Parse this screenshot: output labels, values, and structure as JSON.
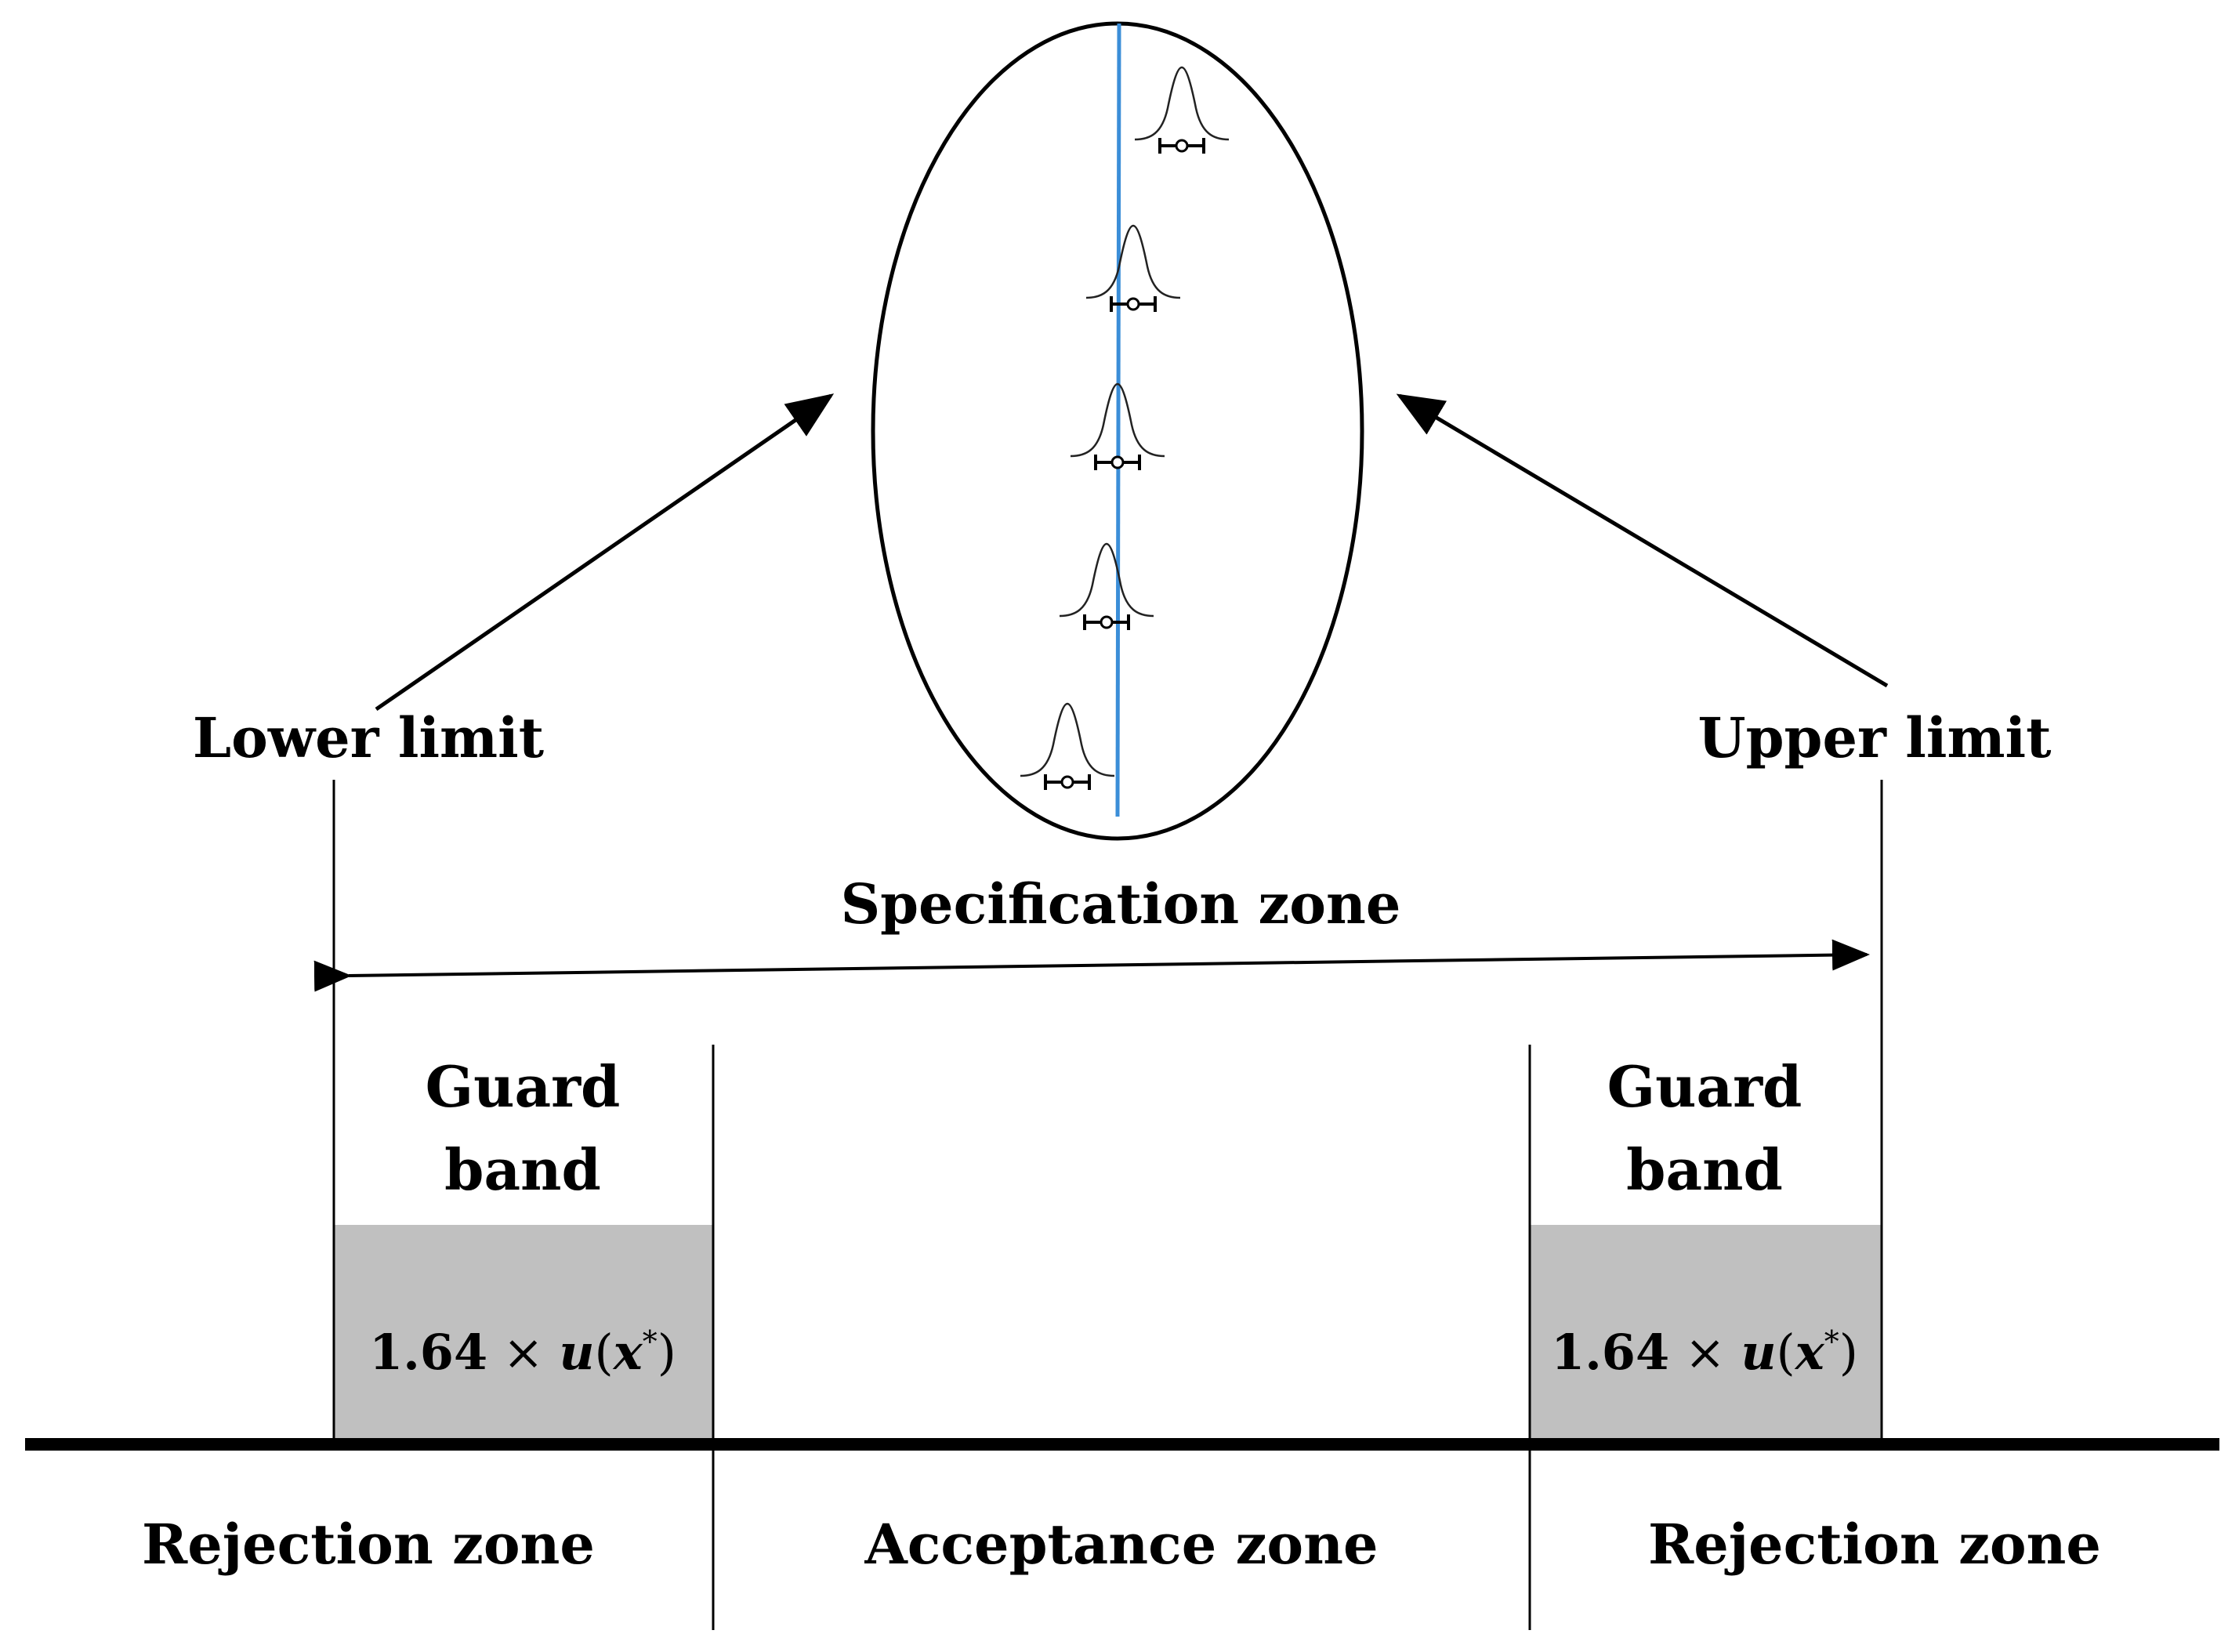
{
  "labels": {
    "lower_limit": "Lower limit",
    "upper_limit": "Upper limit",
    "specification_zone": "Specification zone",
    "guard_band_left_line1": "Guard",
    "guard_band_left_line2": "band",
    "guard_band_right_line1": "Guard",
    "guard_band_right_line2": "band",
    "rejection_zone_left": "Rejection zone",
    "acceptance_zone": "Acceptance zone",
    "rejection_zone_right": "Rejection zone"
  },
  "formula": {
    "coefficient": "1.64",
    "times": " × ",
    "u": "u",
    "open": "(",
    "x": "x",
    "star": "*",
    "close": ")"
  },
  "colors": {
    "guard_band_fill": "#c0c0c0",
    "center_line": "#3b8ed8",
    "ink": "#000000"
  },
  "icons": {
    "distribution_curve": "gaussian-curve-with-uncertainty-bar"
  }
}
